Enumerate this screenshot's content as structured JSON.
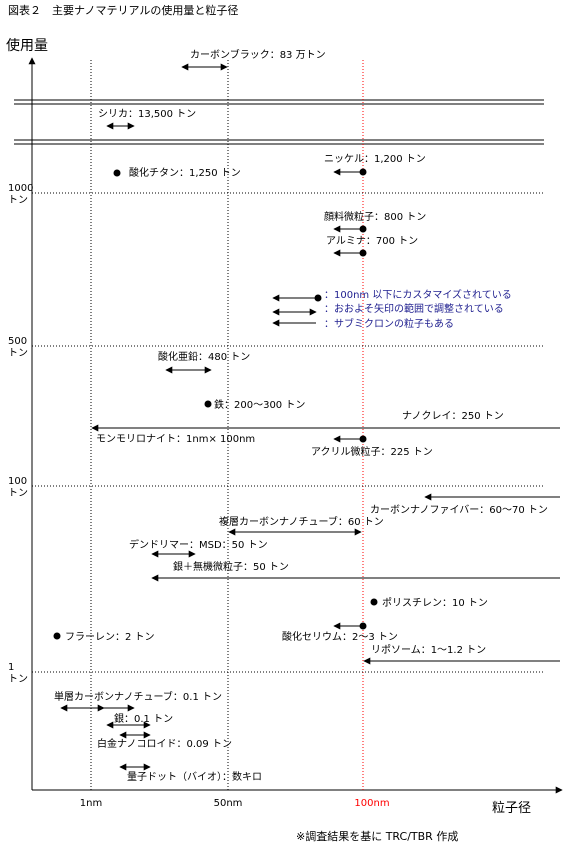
{
  "figure": {
    "title": "図表２　主要ナノマテリアルの使用量と粒子径",
    "y_axis_label": "使用量",
    "x_axis_label": "粒子径",
    "source_note": "※調査結果を基に TRC/TBR 作成",
    "colors": {
      "line": "#000000",
      "highlight": "#ff0000",
      "note_text": "#1f1f8f"
    }
  },
  "x_ticks": [
    {
      "label": "1nm",
      "highlight": false
    },
    {
      "label": "50nm",
      "highlight": false
    },
    {
      "label": "100nm",
      "highlight": true
    }
  ],
  "y_levels": [
    {
      "label": "1000 トン"
    },
    {
      "label": "500 トン"
    },
    {
      "label": "100 トン"
    },
    {
      "label": "1 トン"
    }
  ],
  "legend_notes": [
    {
      "marker": "dot-arrow",
      "text": "：100nm 以下にカスタマイズされている"
    },
    {
      "marker": "arrow-both",
      "text": "：おおよそ矢印の範囲で調整されている"
    },
    {
      "marker": "arrow-left",
      "text": "：サブミクロンの粒子もある"
    }
  ],
  "items": [
    {
      "label": "カーボンブラック：83 万トン",
      "marker": "both"
    },
    {
      "label": "シリカ：13,500 トン",
      "marker": "both"
    },
    {
      "label": "ニッケル：1,200 トン",
      "marker": "dot-left"
    },
    {
      "label": "酸化チタン：1,250 トン",
      "marker": "dot"
    },
    {
      "label": "顔料微粒子：800 トン",
      "marker": "dot-left"
    },
    {
      "label": "アルミナ：700 トン",
      "marker": "dot-left"
    },
    {
      "label": "酸化亜鉛：480 トン",
      "marker": "both"
    },
    {
      "label": "鉄：200〜300 トン",
      "marker": "dot"
    },
    {
      "label": "ナノクレイ：250 トン",
      "marker": "left"
    },
    {
      "label": "モンモリロナイト：1nm× 100nm",
      "marker": "left"
    },
    {
      "label": "アクリル微粒子：225 トン",
      "marker": "dot-left"
    },
    {
      "label": "カーボンナノファイバー：60〜70 トン",
      "marker": "left"
    },
    {
      "label": "複層カーボンナノチューブ：60 トン",
      "marker": "both"
    },
    {
      "label": "デンドリマー：MSD：50 トン",
      "marker": "both"
    },
    {
      "label": "銀＋無機微粒子：50 トン",
      "marker": "left"
    },
    {
      "label": "ポリスチレン：10 トン",
      "marker": "dot"
    },
    {
      "label": "酸化セリウム：2〜3 トン",
      "marker": "dot-left"
    },
    {
      "label": "フラーレン：2 トン",
      "marker": "dot"
    },
    {
      "label": "リポソーム：1〜1.2 トン",
      "marker": "left"
    },
    {
      "label": "単層カーボンナノチューブ：0.1 トン",
      "marker": "both"
    },
    {
      "label": "銀：0.1 トン",
      "marker": "both"
    },
    {
      "label": "白金ナノコロイド：0.09 トン",
      "marker": "both"
    },
    {
      "label": "量子ドット（バイオ）：数キロ",
      "marker": "both"
    }
  ]
}
